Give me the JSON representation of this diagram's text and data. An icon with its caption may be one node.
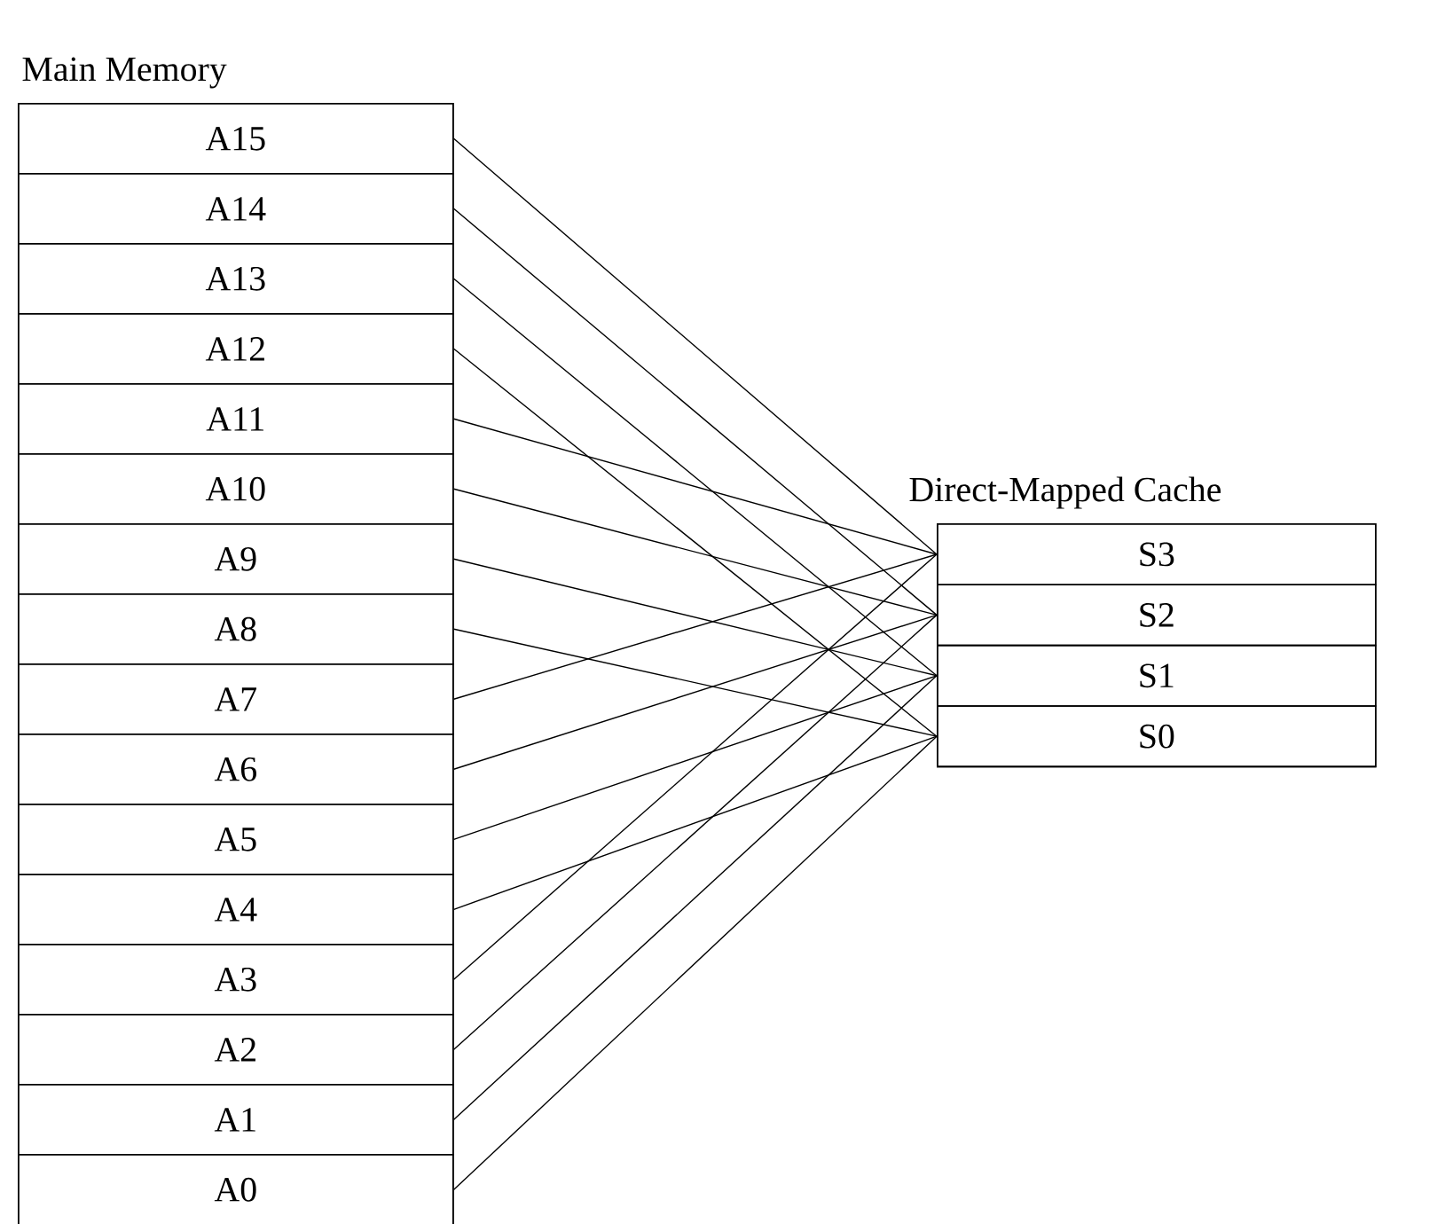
{
  "diagram": {
    "nodes": [
      {
        "text": [
          "Main Memory"
        ]
      },
      {
        "text": [
          "A15"
        ],
        "in": 0
      },
      {
        "text": [
          "A14"
        ],
        "in": 0
      },
      {
        "text": [
          "A13"
        ],
        "in": 0
      },
      {
        "text": [
          "A12"
        ],
        "in": 0
      },
      {
        "text": [
          "A11"
        ],
        "in": 0
      },
      {
        "text": [
          "A10"
        ],
        "in": 0
      },
      {
        "text": [
          "A9"
        ],
        "in": 0
      },
      {
        "text": [
          "A8"
        ],
        "in": 0
      },
      {
        "text": [
          "A7"
        ],
        "in": 0
      },
      {
        "text": [
          "A6"
        ],
        "in": 0
      },
      {
        "text": [
          "A5"
        ],
        "in": 0
      },
      {
        "text": [
          "A4"
        ],
        "in": 0
      },
      {
        "text": [
          "A3"
        ],
        "in": 0
      },
      {
        "text": [
          "A2"
        ],
        "in": 0
      },
      {
        "text": [
          "A1"
        ],
        "in": 0
      },
      {
        "text": [
          "A0"
        ],
        "in": 0
      },
      {
        "text": [
          "Direct-Mapped Cache"
        ]
      },
      {
        "text": [
          "S3"
        ],
        "in": 17
      },
      {
        "text": [
          "S2"
        ],
        "in": 17
      },
      {
        "text": [
          "S1"
        ],
        "in": 17
      },
      {
        "text": [
          "S0"
        ],
        "in": 17
      }
    ],
    "edges": [
      {
        "from": 1,
        "to": 18,
        "arrow": "none"
      },
      {
        "from": 2,
        "to": 19,
        "arrow": "none"
      },
      {
        "from": 3,
        "to": 20,
        "arrow": "none"
      },
      {
        "from": 4,
        "to": 21,
        "arrow": "none"
      },
      {
        "from": 5,
        "to": 18,
        "arrow": "none"
      },
      {
        "from": 6,
        "to": 19,
        "arrow": "none"
      },
      {
        "from": 7,
        "to": 20,
        "arrow": "none"
      },
      {
        "from": 8,
        "to": 21,
        "arrow": "none"
      },
      {
        "from": 9,
        "to": 18,
        "arrow": "none"
      },
      {
        "from": 10,
        "to": 19,
        "arrow": "none"
      },
      {
        "from": 11,
        "to": 20,
        "arrow": "none"
      },
      {
        "from": 12,
        "to": 21,
        "arrow": "none"
      },
      {
        "from": 13,
        "to": 18,
        "arrow": "none"
      },
      {
        "from": 14,
        "to": 19,
        "arrow": "none"
      },
      {
        "from": 15,
        "to": 20,
        "arrow": "none"
      },
      {
        "from": 16,
        "to": 21,
        "arrow": "none"
      }
    ]
  }
}
